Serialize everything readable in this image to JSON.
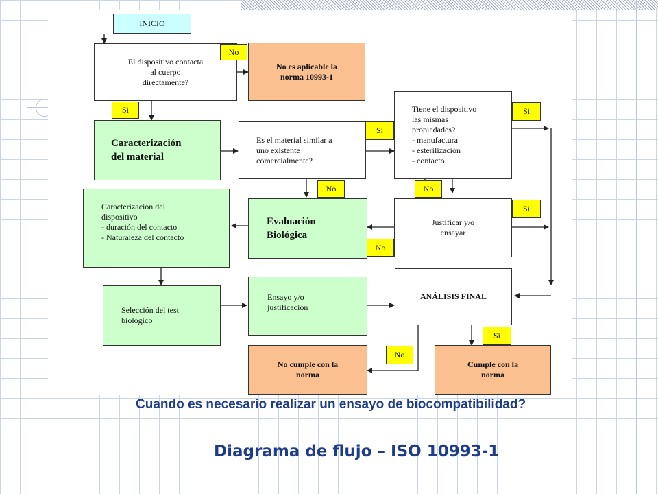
{
  "boxes": {
    "inicio": "INICIO",
    "q_contact": "El dispositivo contacta\nal cuerpo\ndirectamente?",
    "not_applicable": "No es aplicable la\nnorma 10993-1",
    "characterization": "Caracterización\ndel material",
    "q_similar": "Es el material similar a\nuno existente\ncomercialmente?",
    "q_same_props": "Tiene el dispositivo\nlas mismas\npropiedades?\n-     manufactura\n-     esterilización\n-     contacto",
    "device_char": "Caracterización del\ndispositivo\n-   duración del contacto\n-   Naturaleza del contacto",
    "bio_eval": "Evaluación\nBiológica",
    "justify": "Justificar y/o\nensayar",
    "test_selection": "Selección del test\nbiológico",
    "trial": "Ensayo y/o\njustificación",
    "final_analysis": "ANÁLISIS FINAL",
    "not_comply": "No cumple con la\nnorma",
    "comply": "Cumple con la\nnorma"
  },
  "tags": {
    "no_1": "No",
    "si_1": "Si",
    "si_2": "Si",
    "si_3": "Si",
    "no_2": "No",
    "no_3": "No",
    "si_4": "Si",
    "no_4": "No",
    "si_5": "Si",
    "no_5": "No"
  },
  "caption": {
    "question": "Cuando es necesario realizar un ensayo de biocompatibilidad?",
    "title": "Diagrama de flujo – ISO 10993-1"
  },
  "colors": {
    "green": "#ccffcc",
    "orange": "#fac090",
    "cyan": "#ccffff",
    "tag": "#ffff00",
    "title": "#1f3c8a"
  }
}
